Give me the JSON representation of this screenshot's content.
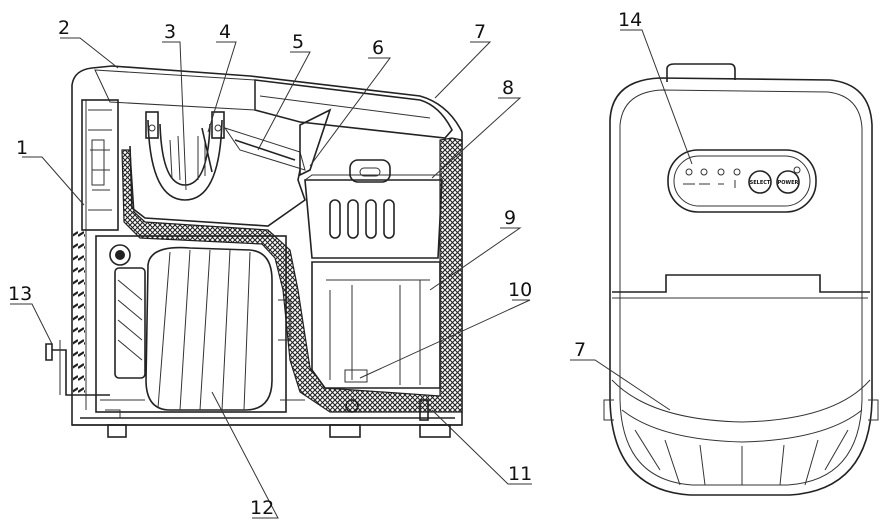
{
  "callouts": {
    "c1": "1",
    "c2": "2",
    "c3": "3",
    "c4": "4",
    "c5": "5",
    "c6": "6",
    "c7": "7",
    "c8": "8",
    "c9": "9",
    "c10": "10",
    "c11": "11",
    "c12": "12",
    "c13": "13",
    "c14": "14",
    "c7b": "7"
  },
  "panel": {
    "select_label": "SELECT",
    "power_label": "POWER"
  },
  "colors": {
    "line": "#222222",
    "background": "#ffffff"
  }
}
